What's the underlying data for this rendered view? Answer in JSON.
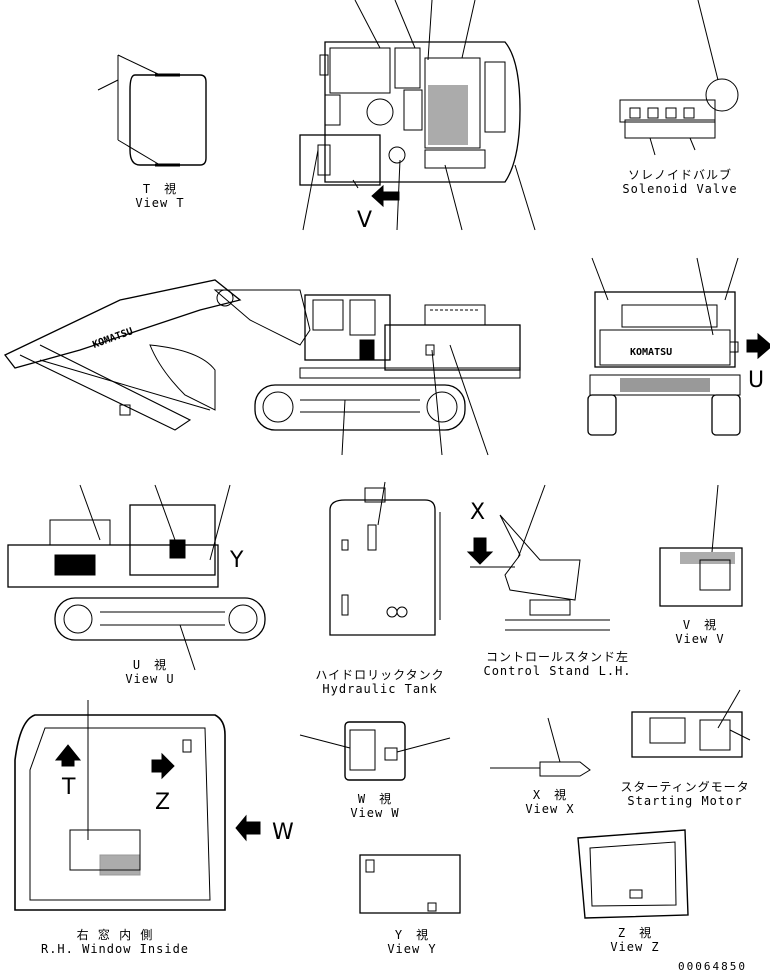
{
  "views": {
    "view_t": {
      "jp": "T　視",
      "en": "View T"
    },
    "solenoid": {
      "jp": "ソレノイドバルブ",
      "en": "Solenoid Valve"
    },
    "view_u": {
      "jp": "U　視",
      "en": "View U"
    },
    "hydraulic": {
      "jp": "ハイドロリックタンク",
      "en": "Hydraulic Tank"
    },
    "control": {
      "jp": "コントロールスタンド左",
      "en": "Control Stand L.H."
    },
    "view_v": {
      "jp": "V　視",
      "en": "View V"
    },
    "view_w": {
      "jp": "W　視",
      "en": "View W"
    },
    "view_x": {
      "jp": "X　視",
      "en": "View X"
    },
    "starting": {
      "jp": "スターティングモータ",
      "en": "Starting Motor"
    },
    "rh_window": {
      "jp": "右 窓 内 側",
      "en": "R.H. Window Inside"
    },
    "view_y": {
      "jp": "Y　視",
      "en": "View Y"
    },
    "view_z": {
      "jp": "Z　視",
      "en": "View Z"
    }
  },
  "letters": {
    "v": "V",
    "u": "U",
    "x": "X",
    "y": "Y",
    "t": "T",
    "z": "Z",
    "w": "W"
  },
  "brand": "KOMATSU",
  "drawing_code": "00064850"
}
